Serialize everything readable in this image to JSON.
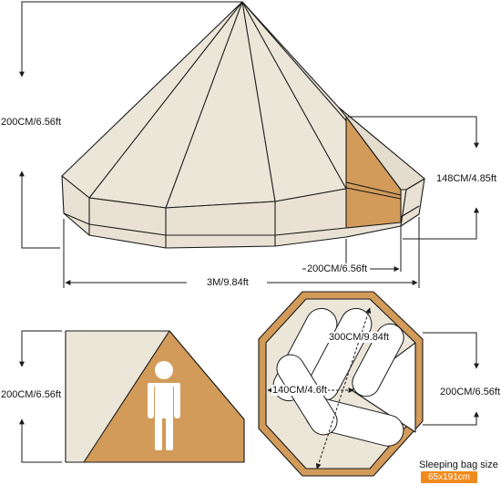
{
  "labels": {
    "tent_height": "200CM/6.56ft",
    "wall_height": "148CM/4.85ft",
    "door_width": "200CM/6.56ft",
    "diameter": "3M/9.84ft",
    "door_height": "200CM/6.56ft",
    "floor_length": "300CM/9.84ft",
    "floor_width": "140CM/4.6ft",
    "floor_door": "200CM/6.56ft"
  },
  "sleeping_bag": {
    "title": "Sleeping bag size",
    "size": "65x191cm"
  },
  "colors": {
    "canvas": "#ece6d9",
    "canvas_dark": "#d9d1c1",
    "tan": "#d29b5a",
    "accent": "#f08a1c",
    "line": "#1a1a1a"
  },
  "icons": {
    "person": "person-figure-icon",
    "sleeping_bag": "sleeping-bag-icon"
  }
}
